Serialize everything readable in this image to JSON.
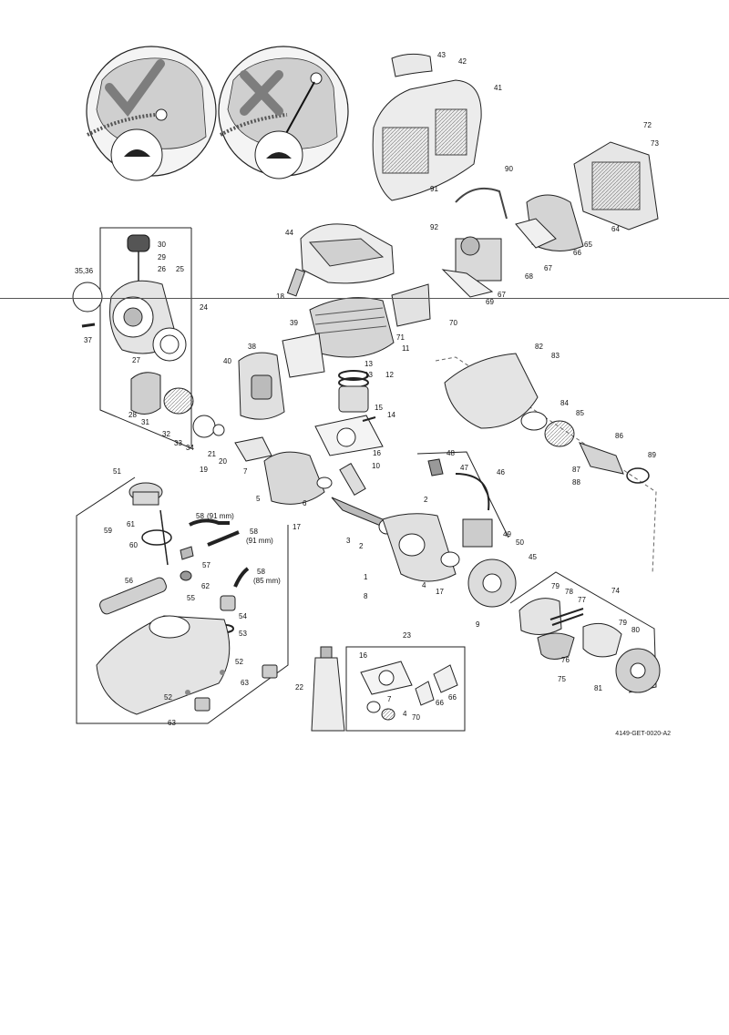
{
  "document": {
    "code": "4149-GET-0020-A2"
  },
  "correct_badge": {
    "icon": "checkmark-icon"
  },
  "incorrect_badge": {
    "icon": "cross-icon"
  },
  "callouts": [
    {
      "id": "c43",
      "text": "43"
    },
    {
      "id": "c42",
      "text": "42"
    },
    {
      "id": "c41",
      "text": "41"
    },
    {
      "id": "c72",
      "text": "72"
    },
    {
      "id": "c73",
      "text": "73"
    },
    {
      "id": "c90",
      "text": "90"
    },
    {
      "id": "c91",
      "text": "91"
    },
    {
      "id": "c92",
      "text": "92"
    },
    {
      "id": "c64",
      "text": "64"
    },
    {
      "id": "c65",
      "text": "65"
    },
    {
      "id": "c66a",
      "text": "66"
    },
    {
      "id": "c67a",
      "text": "67"
    },
    {
      "id": "c68",
      "text": "68"
    },
    {
      "id": "c67b",
      "text": "67"
    },
    {
      "id": "c69",
      "text": "69"
    },
    {
      "id": "c70a",
      "text": "70"
    },
    {
      "id": "c71",
      "text": "71"
    },
    {
      "id": "c44",
      "text": "44"
    },
    {
      "id": "c18",
      "text": "18"
    },
    {
      "id": "c30",
      "text": "30"
    },
    {
      "id": "c29",
      "text": "29"
    },
    {
      "id": "c26",
      "text": "26"
    },
    {
      "id": "c25",
      "text": "25"
    },
    {
      "id": "c3536",
      "text": "35,36"
    },
    {
      "id": "c24",
      "text": "24"
    },
    {
      "id": "c37",
      "text": "37"
    },
    {
      "id": "c39",
      "text": "39"
    },
    {
      "id": "c38",
      "text": "38"
    },
    {
      "id": "c11",
      "text": "11"
    },
    {
      "id": "c13a",
      "text": "13"
    },
    {
      "id": "c13b",
      "text": "13"
    },
    {
      "id": "c12",
      "text": "12"
    },
    {
      "id": "c40",
      "text": "40"
    },
    {
      "id": "c27",
      "text": "27"
    },
    {
      "id": "c15",
      "text": "15"
    },
    {
      "id": "c14",
      "text": "14"
    },
    {
      "id": "c28",
      "text": "28"
    },
    {
      "id": "c31",
      "text": "31"
    },
    {
      "id": "c32",
      "text": "32"
    },
    {
      "id": "c33",
      "text": "33"
    },
    {
      "id": "c34",
      "text": "34"
    },
    {
      "id": "c82",
      "text": "82"
    },
    {
      "id": "c83",
      "text": "83"
    },
    {
      "id": "c84",
      "text": "84"
    },
    {
      "id": "c85",
      "text": "85"
    },
    {
      "id": "c86",
      "text": "86"
    },
    {
      "id": "c89",
      "text": "89"
    },
    {
      "id": "c87",
      "text": "87"
    },
    {
      "id": "c88",
      "text": "88"
    },
    {
      "id": "c21",
      "text": "21"
    },
    {
      "id": "c20",
      "text": "20"
    },
    {
      "id": "c19",
      "text": "19"
    },
    {
      "id": "c16a",
      "text": "16"
    },
    {
      "id": "c7a",
      "text": "7"
    },
    {
      "id": "c10",
      "text": "10"
    },
    {
      "id": "c5",
      "text": "5"
    },
    {
      "id": "c6",
      "text": "6"
    },
    {
      "id": "c48",
      "text": "48"
    },
    {
      "id": "c47",
      "text": "47"
    },
    {
      "id": "c46",
      "text": "46"
    },
    {
      "id": "c51",
      "text": "51"
    },
    {
      "id": "c17a",
      "text": "17"
    },
    {
      "id": "c2a",
      "text": "2"
    },
    {
      "id": "c61",
      "text": "61"
    },
    {
      "id": "c59",
      "text": "59"
    },
    {
      "id": "c60",
      "text": "60"
    },
    {
      "id": "c58a",
      "text": "58"
    },
    {
      "id": "c58a_mm",
      "text": "(91 mm)"
    },
    {
      "id": "c58b",
      "text": "58"
    },
    {
      "id": "c58b_mm",
      "text": "(91 mm)"
    },
    {
      "id": "c57",
      "text": "57"
    },
    {
      "id": "c49",
      "text": "49"
    },
    {
      "id": "c50",
      "text": "50"
    },
    {
      "id": "c3",
      "text": "3"
    },
    {
      "id": "c2b",
      "text": "2"
    },
    {
      "id": "c45",
      "text": "45"
    },
    {
      "id": "c1",
      "text": "1"
    },
    {
      "id": "c4a",
      "text": "4"
    },
    {
      "id": "c58c",
      "text": "58"
    },
    {
      "id": "c58c_mm",
      "text": "(85 mm)"
    },
    {
      "id": "c56",
      "text": "56"
    },
    {
      "id": "c62",
      "text": "62"
    },
    {
      "id": "c55",
      "text": "55"
    },
    {
      "id": "c17b",
      "text": "17"
    },
    {
      "id": "c8",
      "text": "8"
    },
    {
      "id": "c79a",
      "text": "79"
    },
    {
      "id": "c78",
      "text": "78"
    },
    {
      "id": "c77",
      "text": "77"
    },
    {
      "id": "c74",
      "text": "74"
    },
    {
      "id": "c54",
      "text": "54"
    },
    {
      "id": "c53",
      "text": "53"
    },
    {
      "id": "c9",
      "text": "9"
    },
    {
      "id": "c79b",
      "text": "79"
    },
    {
      "id": "c80",
      "text": "80"
    },
    {
      "id": "c23",
      "text": "23"
    },
    {
      "id": "c76",
      "text": "76"
    },
    {
      "id": "c75",
      "text": "75"
    },
    {
      "id": "c52a",
      "text": "52"
    },
    {
      "id": "c16b",
      "text": "16"
    },
    {
      "id": "c63a",
      "text": "63"
    },
    {
      "id": "c22",
      "text": "22"
    },
    {
      "id": "c52b",
      "text": "52"
    },
    {
      "id": "c81",
      "text": "81"
    },
    {
      "id": "c7b",
      "text": "7"
    },
    {
      "id": "c66b",
      "text": "66"
    },
    {
      "id": "c66c",
      "text": "66"
    },
    {
      "id": "c4b",
      "text": "4"
    },
    {
      "id": "c70b",
      "text": "70"
    },
    {
      "id": "c63b",
      "text": "63"
    }
  ]
}
